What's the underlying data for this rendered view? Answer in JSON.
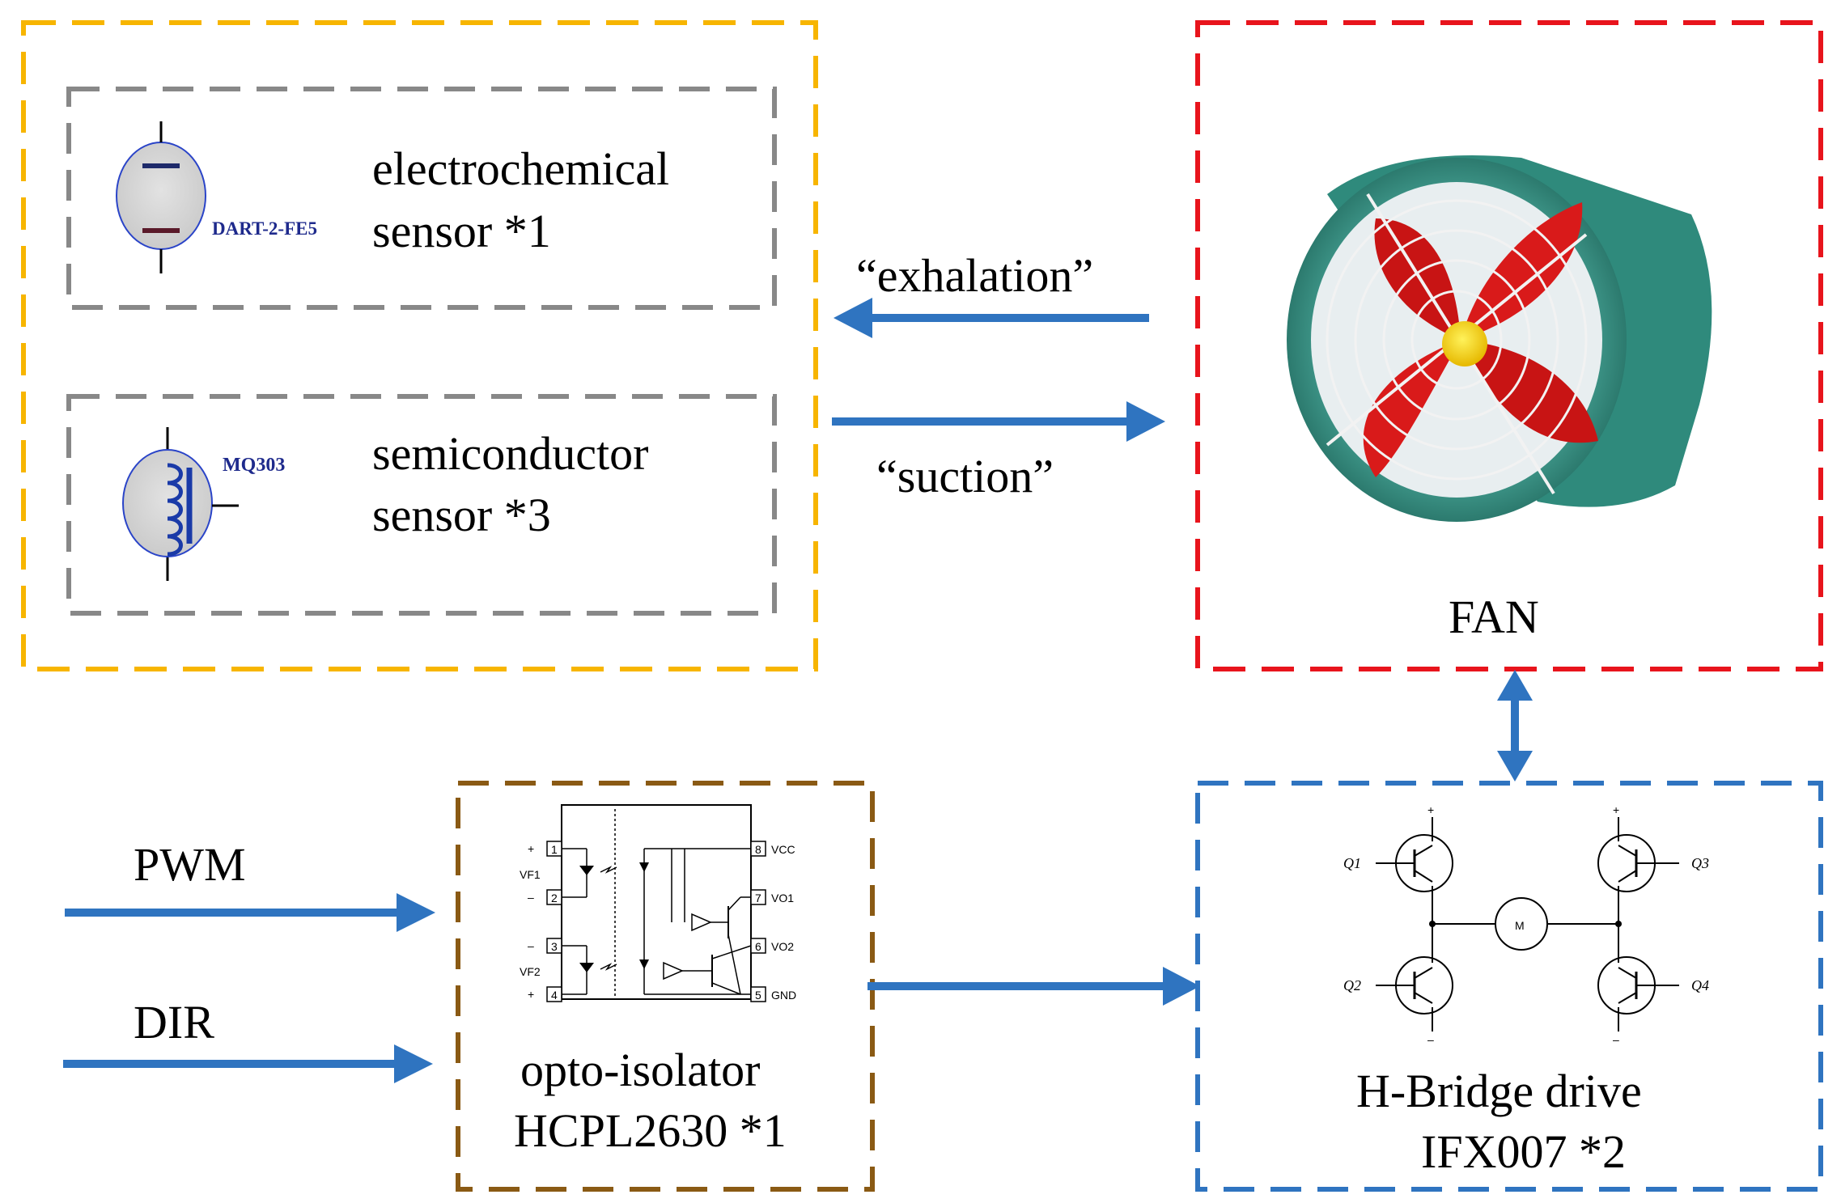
{
  "colors": {
    "sensor_group_border": "#f7b500",
    "sensor_box_border": "#888888",
    "fan_border": "#e8141c",
    "hbridge_border": "#2f74c0",
    "optoisolator_border": "#8a5a14",
    "arrow": "#2f74c0"
  },
  "sensors": {
    "electrochemical": {
      "label_line1": "electrochemical",
      "label_line2": "sensor *1",
      "part": "DART-2-FE5"
    },
    "semiconductor": {
      "label_line1": "semiconductor",
      "label_line2": "sensor *3",
      "part": "MQ303"
    }
  },
  "flows": {
    "exhalation": "“exhalation”",
    "suction": "“suction”"
  },
  "fan": {
    "label": "FAN"
  },
  "inputs": {
    "pwm": "PWM",
    "dir": "DIR"
  },
  "optoisolator": {
    "label_line1": "opto-isolator",
    "label_line2": "HCPL2630 *1",
    "pins": {
      "p1": "1",
      "p2": "2",
      "p3": "3",
      "p4": "4",
      "p5": "5",
      "p6": "6",
      "p7": "7",
      "p8": "8",
      "plus": "+",
      "minus": "–",
      "vf1": "VF1",
      "vf2": "VF2",
      "vcc": "VCC",
      "vo1": "VO1",
      "vo2": "VO2",
      "gnd": "GND"
    }
  },
  "hbridge": {
    "label_line1": "H-Bridge drive",
    "label_line2": "IFX007 *2",
    "q1": "Q1",
    "q2": "Q2",
    "q3": "Q3",
    "q4": "Q4",
    "motor": "M",
    "plus": "+",
    "minus": "–"
  },
  "icons": {
    "electrochemical_symbol": "electrochemical-sensor-icon",
    "semiconductor_symbol": "semiconductor-sensor-icon",
    "fan_image": "axial-fan-icon",
    "chip_schematic": "optocoupler-schematic-icon",
    "hbridge_schematic": "h-bridge-schematic-icon"
  }
}
